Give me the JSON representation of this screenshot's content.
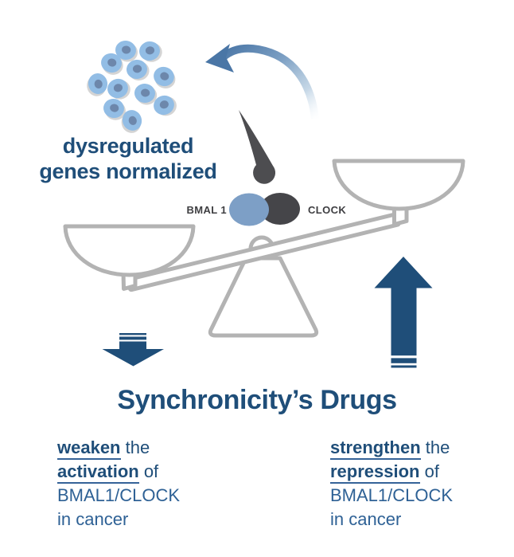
{
  "figure": {
    "title": "Synchronicity’s Drugs",
    "top_label": {
      "line1": "dysregulated",
      "line2": "genes normalized"
    },
    "protein_labels": {
      "bmal1": "BMAL 1",
      "clock": "CLOCK"
    },
    "left_effect": {
      "emphasis1": "weaken",
      "rest1": " the",
      "emphasis2": "activation",
      "rest2": " of",
      "line3": "BMAL1/CLOCK",
      "line4": "in cancer"
    },
    "right_effect": {
      "emphasis1": "strengthen",
      "rest1": " the",
      "emphasis2": "repression",
      "rest2": " of",
      "line3": "BMAL1/CLOCK",
      "line4": "in cancer"
    }
  },
  "icons": {
    "cells": "cancer-cells-cluster-icon",
    "curved_arrow": "counterclockwise-curved-arrow-icon",
    "needle": "balance-needle-icon",
    "bmal1_circle": "bmal1-protein-icon",
    "clock_circle": "clock-protein-icon",
    "scale": "balance-scale-icon",
    "down_arrow": "small-down-arrow-icon",
    "up_arrow": "large-up-arrow-icon"
  },
  "colors": {
    "dark_blue": "#1f4e79",
    "light_blue_text": "#2e6195",
    "steel_blue": "#7d9fc6",
    "dark_gray": "#47474a",
    "scale_gray": "#b3b3b3",
    "cell_fill": "#92bde5",
    "cell_nucleus": "#6d87ab",
    "arrow_gradient_dark": "#4a76a6",
    "arrow_gradient_light": "#e9f1f8"
  }
}
